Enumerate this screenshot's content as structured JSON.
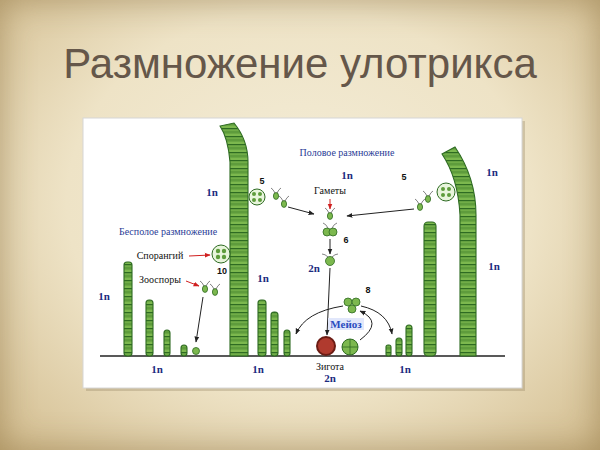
{
  "diagram": {
    "title": "Размножение улотрикса",
    "labels": [
      "Половое размножение",
      "1n",
      "1n",
      "5",
      "5",
      "1n",
      "Гаметы",
      "Бесполое размножение",
      "6",
      "Спорангий",
      "10",
      "2n",
      "1n",
      "1n",
      "Зооспоры",
      "1n",
      "8",
      "Мейоз",
      "1n",
      "1n",
      "Зигота",
      "1n",
      "2n"
    ]
  }
}
